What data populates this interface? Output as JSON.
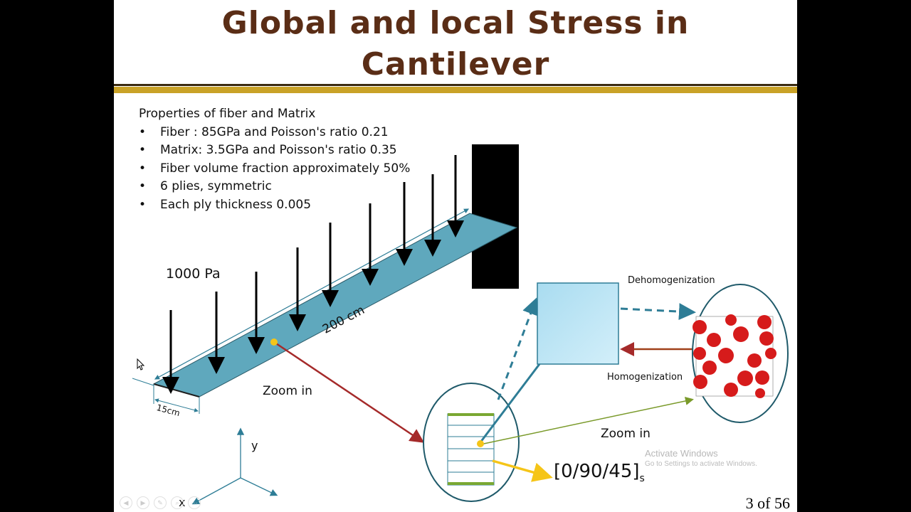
{
  "title": {
    "line1": "Global and local Stress in",
    "line2": "Cantilever"
  },
  "properties": {
    "heading": "Properties of fiber and Matrix",
    "items": [
      "Fiber  : 85GPa and Poisson's ratio 0.21",
      "Matrix: 3.5GPa and Poisson's ratio 0.35",
      "Fiber volume fraction approximately 50%",
      "6 plies, symmetric",
      "Each ply thickness 0.005"
    ]
  },
  "diagram": {
    "load_label": "1000 Pa",
    "length_label": "200 cm",
    "width_label": "15cm",
    "zoom_in_left": "Zoom in",
    "zoom_in_right": "Zoom in",
    "dehomogenization": "Dehomogenization",
    "homogenization": "Homogenization",
    "layup_main": "[0/90/45]",
    "layup_sub": "s",
    "axis_y": "y",
    "axis_x": "x",
    "colors": {
      "beam": "#5fa8bd",
      "wall": "#000000",
      "red_arrow": "#a52a2a",
      "teal": "#2e7d96",
      "olive": "#7a9a2a",
      "fiber": "#d61b1b",
      "cube": "#b8e3f3",
      "marker": "#f5c518"
    }
  },
  "footer": {
    "page": "3 of 56",
    "watermark_title": "Activate Windows",
    "watermark_sub": "Go to Settings to activate Windows."
  }
}
